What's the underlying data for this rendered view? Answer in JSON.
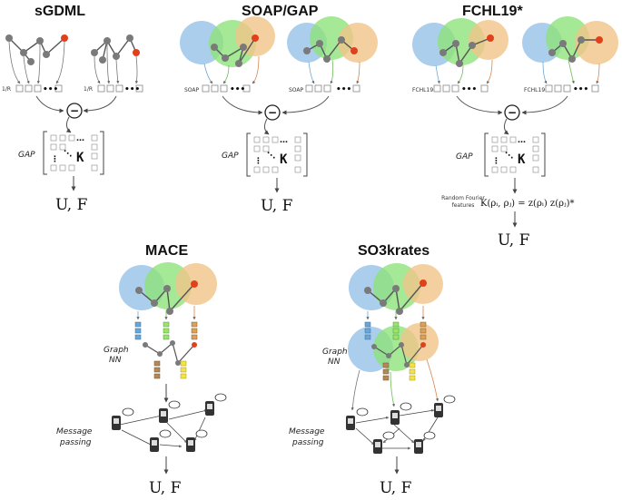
{
  "panels": {
    "sgdml": {
      "title": "sGDML",
      "descriptor": "1/R",
      "kernel_label": "GAP",
      "kernel_symbol": "K",
      "output": "U, F"
    },
    "soap": {
      "title": "SOAP/GAP",
      "descriptor": "SOAP",
      "kernel_label": "GAP",
      "kernel_symbol": "K",
      "output": "U, F"
    },
    "fchl": {
      "title": "FCHL19*",
      "descriptor": "FCHL19",
      "kernel_label": "GAP",
      "kernel_symbol": "K",
      "output": "U, F",
      "rff_line1": "Random Fourier",
      "rff_line2": "features",
      "formula": "K(ρᵢ, ρⱼ) = z(ρᵢ) z(ρⱼ)*"
    },
    "mace": {
      "title": "MACE",
      "graph_label_1": "Graph",
      "graph_label_2": "NN",
      "mp_label_1": "Message",
      "mp_label_2": "passing",
      "output": "U, F"
    },
    "so3": {
      "title": "SO3krates",
      "graph_label_1": "Graph",
      "graph_label_2": "NN",
      "mp_label_1": "Message",
      "mp_label_2": "passing",
      "output": "U, F"
    }
  },
  "minus_symbol": "−",
  "ellipsis": "•••",
  "colors": {
    "blue": "#9cc6ea",
    "green": "#8fe27a",
    "orange": "#f1c48a",
    "atom": "#7a7a7a",
    "atom_red": "#e0401c",
    "line": "#555555",
    "block_blue": "#6aa6d8",
    "block_green": "#9be36b",
    "block_orange": "#d9a15a",
    "block_yellow": "#f2e24a",
    "block_brown": "#b08a5a"
  }
}
